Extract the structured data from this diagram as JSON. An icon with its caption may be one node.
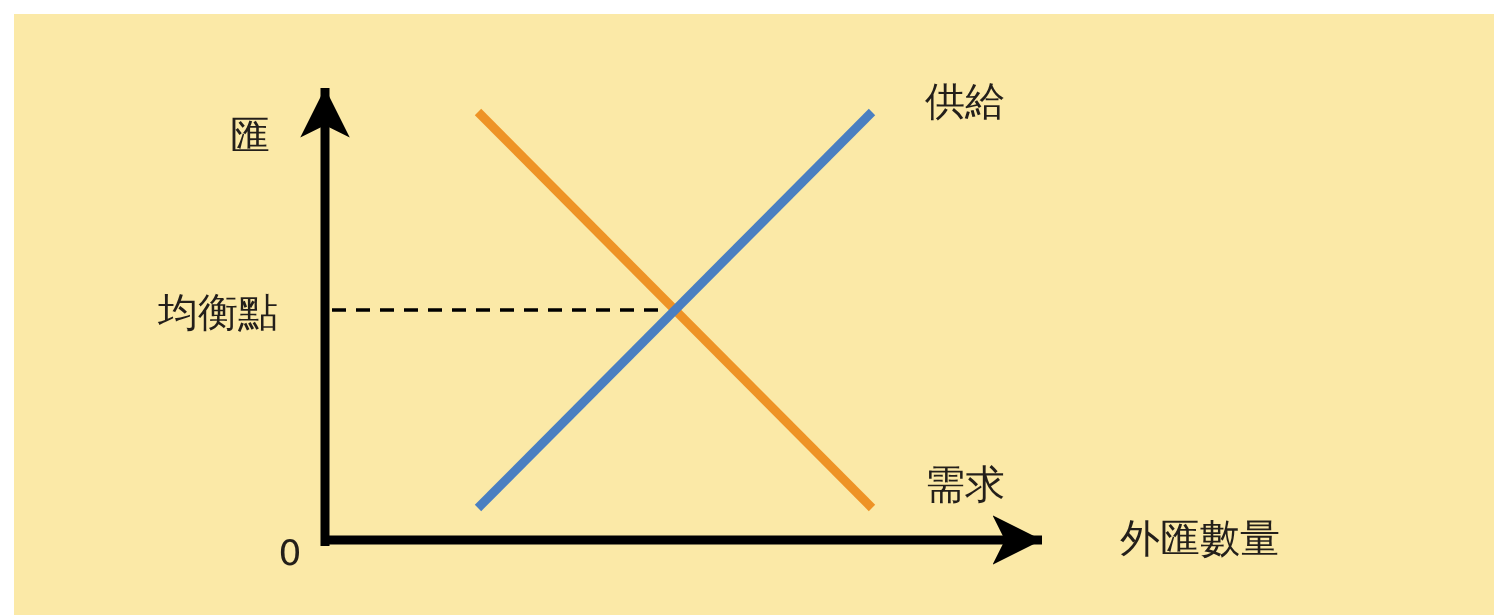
{
  "diagram": {
    "labels": [
      "匯",
      "供給",
      "均衡點",
      "需求",
      "0",
      "外匯數量"
    ]
  }
}
